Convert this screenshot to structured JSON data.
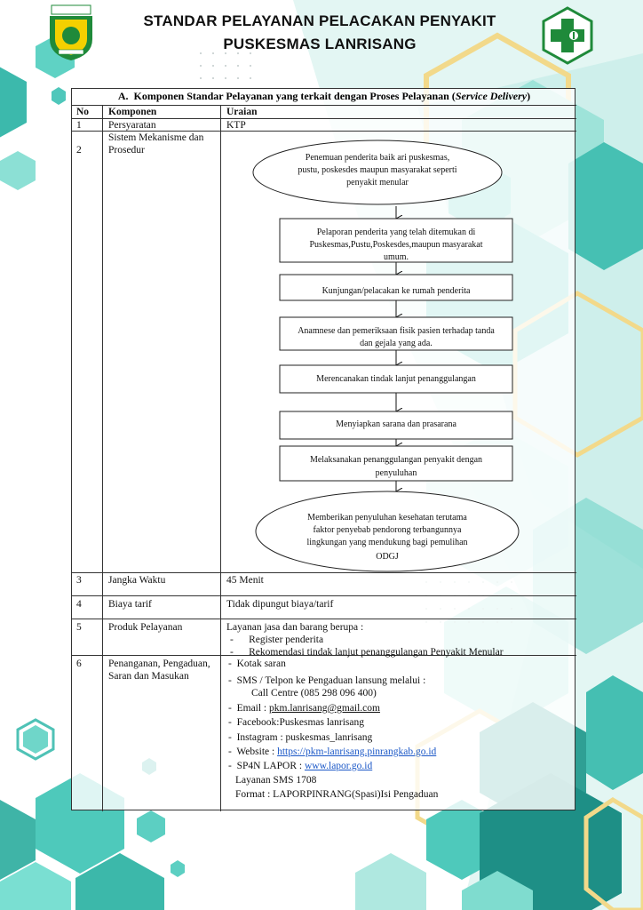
{
  "header": {
    "title_line1": "STANDAR PELAYANAN PELACAKAN PENYAKIT",
    "title_line2": "PUSKESMAS LANRISANG"
  },
  "colors": {
    "teal": "#49c4b8",
    "teal_light": "#bfe9e3",
    "teal_dark": "#2a9d94",
    "gold": "#f2d98a",
    "green": "#1f8a3a"
  },
  "section": {
    "letter": "A.",
    "title": "Komponen Standar Pelayanan yang terkait dengan Proses Pelayanan (",
    "title_italic": "Service Delivery",
    "title_end": ")"
  },
  "table_header": {
    "no": "No",
    "komponen": "Komponen",
    "uraian": "Uraian"
  },
  "rows": [
    {
      "no": "1",
      "komponen": "Persyaratan",
      "uraian": "KTP"
    },
    {
      "no": "2",
      "komponen": "Sistem Mekanisme dan Prosedur"
    },
    {
      "no": "3",
      "komponen": "Jangka Waktu",
      "uraian": "45 Menit"
    },
    {
      "no": "4",
      "komponen": "Biaya tarif",
      "uraian": "Tidak dipungut biaya/tarif"
    },
    {
      "no": "5",
      "komponen": "Produk Pelayanan",
      "uraian": "Layanan jasa dan barang berupa :",
      "items": [
        "Register penderita",
        "Rekomendasi tindak lanjut penanggulangan Penyakit Menular"
      ]
    },
    {
      "no": "6",
      "komponen": "Penanganan, Pengaduan, Saran dan Masukan"
    }
  ],
  "flowchart": [
    [
      "Penemuan penderita baik ari puskesmas,",
      "pustu, poskesdes maupun masyarakat seperti",
      "penyakit menular"
    ],
    [
      "Pelaporan penderita yang telah ditemukan di",
      "Puskesmas,Pustu,Poskesdes,maupun masyarakat",
      "umum."
    ],
    [
      "Kunjungan/pelacakan ke rumah penderita"
    ],
    [
      "Anamnese dan pemeriksaan fisik pasien terhadap tanda",
      "dan gejala yang ada."
    ],
    [
      "Merencanakan tindak lanjut penanggulangan"
    ],
    [
      "Menyiapkan sarana dan prasarana"
    ],
    [
      "Melaksanakan penanggulangan penyakit dengan",
      "penyuluhan"
    ],
    [
      "Memberikan penyuluhan kesehatan terutama",
      "faktor penyebab pendorong terbangunnya",
      "lingkungan yang mendukung bagi pemulihan",
      "ODGJ"
    ]
  ],
  "complaints": {
    "kotak_saran": "Kotak saran",
    "sms_telpon": "SMS / Telpon ke Pengaduan lansung melalui :",
    "call_centre": "Call Centre  (085 298 096 400)",
    "email_label": "Email : ",
    "email": "pkm.lanrisang@gmail.com",
    "facebook": "Facebook:Puskesmas lanrisang",
    "instagram": "Instagram : puskesmas_lanrisang",
    "website_label": "Website : ",
    "website": "https://pkm-lanrisang.pinrangkab.go.id",
    "sp4n_label": "SP4N LAPOR : ",
    "sp4n": "www.lapor.go.id",
    "sms_layanan": "Layanan SMS 1708",
    "format": "Format : LAPORPINRANG(Spasi)Isi Pengaduan"
  }
}
